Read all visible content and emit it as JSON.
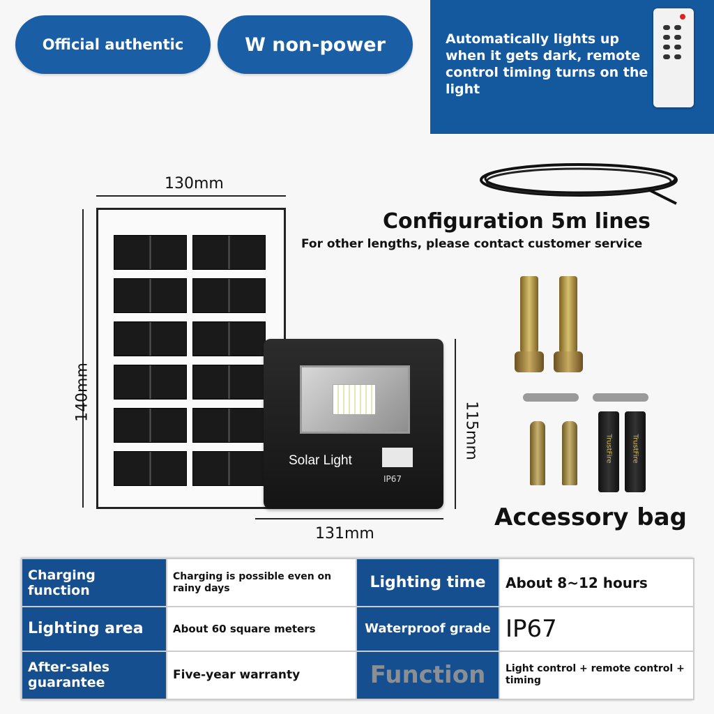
{
  "badges": {
    "official": "Official authentic",
    "nonpower": "W non-power"
  },
  "remote_box": {
    "text": "Automatically lights up when it gets dark, remote control timing turns on the light"
  },
  "dimensions": {
    "panel_width": "130mm",
    "panel_height": "140mm",
    "lamp_width": "131mm",
    "lamp_height": "115mm"
  },
  "lamp": {
    "label": "Solar Light",
    "rating": "IP67"
  },
  "cable": {
    "title": "Configuration 5m lines",
    "subtitle": "For other lengths, please contact customer service"
  },
  "accessories": {
    "title": "Accessory bag",
    "battery_brand": "TrustFire"
  },
  "spec_table": {
    "rows": [
      {
        "h1": "Charging function",
        "v1": "Charging is possible even on rainy days",
        "h2": "Lighting time",
        "v2": "About 8~12 hours"
      },
      {
        "h1": "Lighting area",
        "v1": "About 60 square meters",
        "h2": "Waterproof grade",
        "v2": "IP67"
      },
      {
        "h1": "After-sales guarantee",
        "v1": "Five-year warranty",
        "h2": "Function",
        "v2": "Light control + remote control + timing"
      }
    ]
  },
  "colors": {
    "brand_blue": "#1a5fa6",
    "dark_blue": "#14589e"
  }
}
